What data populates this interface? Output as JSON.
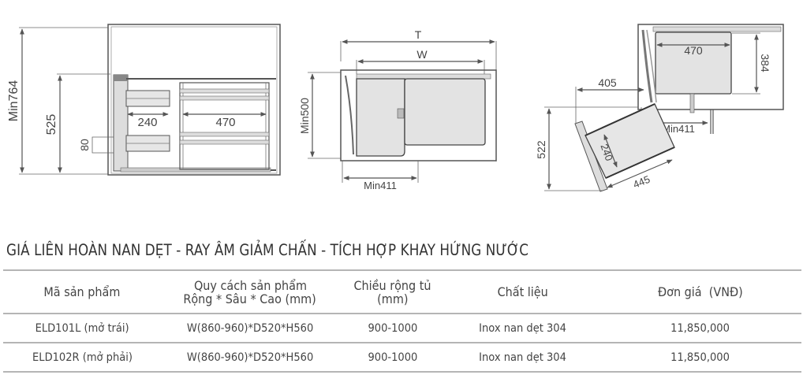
{
  "drawings": {
    "front_view": {
      "dimensions": {
        "total_height": "Min764",
        "unit_height": "525",
        "shelf_gap": "80",
        "left_basket_width": "240",
        "right_basket_width": "470"
      }
    },
    "top_view": {
      "dimensions": {
        "total_width": "T",
        "inner_width": "W",
        "depth": "Min500",
        "min_opening": "Min411"
      }
    },
    "corner_view": {
      "dimensions": {
        "basket_width": "470",
        "basket_depth": "384",
        "swing_offset": "405",
        "min_opening": "Min411",
        "swing_depth": "522",
        "swing_basket_depth": "240",
        "swing_basket_width": "445"
      }
    }
  },
  "product": {
    "title": "GIÁ LIÊN HOÀN NAN DẸT - RAY ÂM GIẢM CHẤN - TÍCH HỢP KHAY HỨNG NƯỚC"
  },
  "table": {
    "headers": [
      {
        "line1": "Mã sản phẩm",
        "line2": ""
      },
      {
        "line1": "Quy cách sản phẩm",
        "line2": "Rộng * Sâu * Cao (mm)"
      },
      {
        "line1": "Chiều rộng tủ",
        "line2": "(mm)"
      },
      {
        "line1": "Chất liệu",
        "line2": ""
      },
      {
        "line1": "Đơn giá  (VNĐ)",
        "line2": ""
      }
    ],
    "rows": [
      {
        "code": "ELD101L (mở trái)",
        "spec": "W(860-960)*D520*H560",
        "cabinet_width": "900-1000",
        "material": "Inox nan dẹt 304",
        "price": "11,850,000"
      },
      {
        "code": "ELD102R (mở phải)",
        "spec": "W(860-960)*D520*H560",
        "cabinet_width": "900-1000",
        "material": "Inox nan dẹt 304",
        "price": "11,850,000"
      }
    ]
  }
}
